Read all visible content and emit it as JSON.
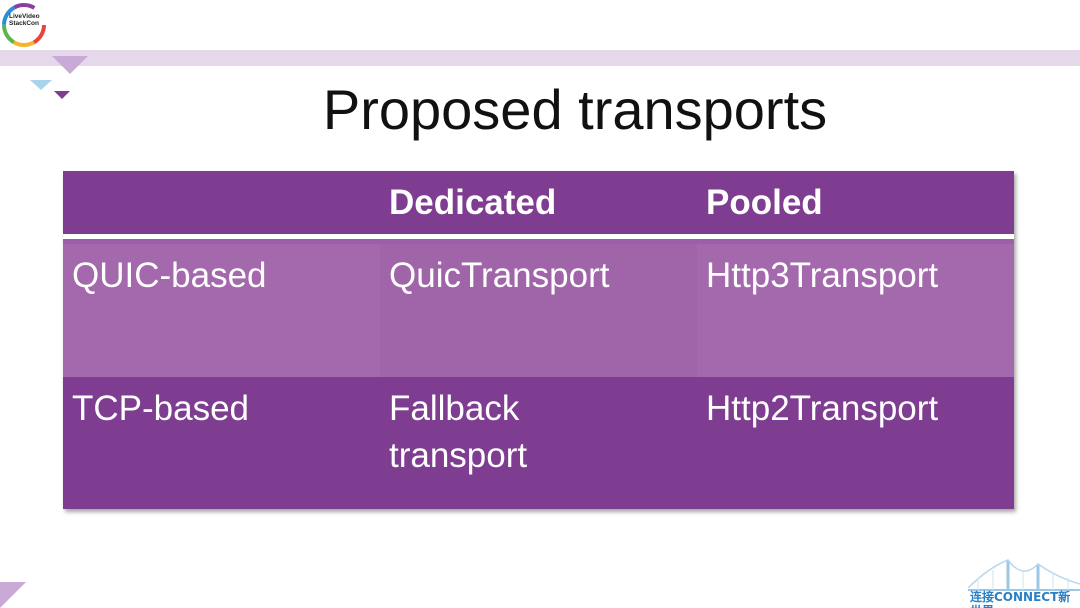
{
  "logo": {
    "text_line1": "LiveVideo",
    "text_line2": "StackCon"
  },
  "slide": {
    "title": "Proposed transports"
  },
  "table": {
    "header": [
      "",
      "Dedicated",
      "Pooled"
    ],
    "rows": [
      [
        "QUIC-based",
        "QuicTransport",
        "Http3Transport"
      ],
      [
        "TCP-based",
        "Fallback transport",
        "Http2Transport"
      ]
    ]
  },
  "footer": {
    "slogan": "连接CONNECT新世界"
  },
  "colors": {
    "header_purple": "#7f3d91",
    "row_light_purple": "#a468ad",
    "band": "#e4d8ea"
  }
}
